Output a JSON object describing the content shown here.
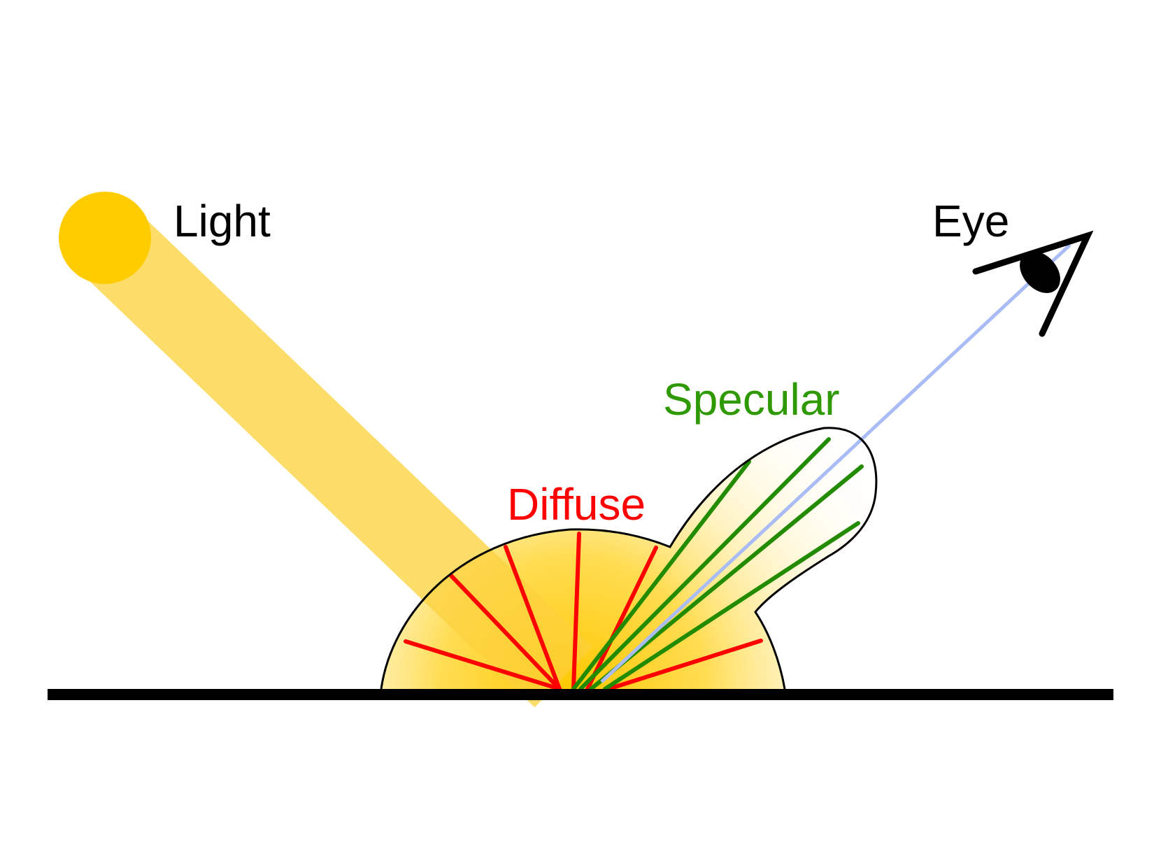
{
  "labels": {
    "light": "Light",
    "eye": "Eye",
    "diffuse": "Diffuse",
    "specular": "Specular"
  },
  "colors": {
    "background": "#ffffff",
    "light_source": "#FFCC00",
    "light_beam": "#FCDD6A",
    "diffuse_rays": "#FF0000",
    "specular_rays": "#228B00",
    "view_ray": "#A9BCF5",
    "surface": "#000000",
    "label_text": "#000000"
  }
}
